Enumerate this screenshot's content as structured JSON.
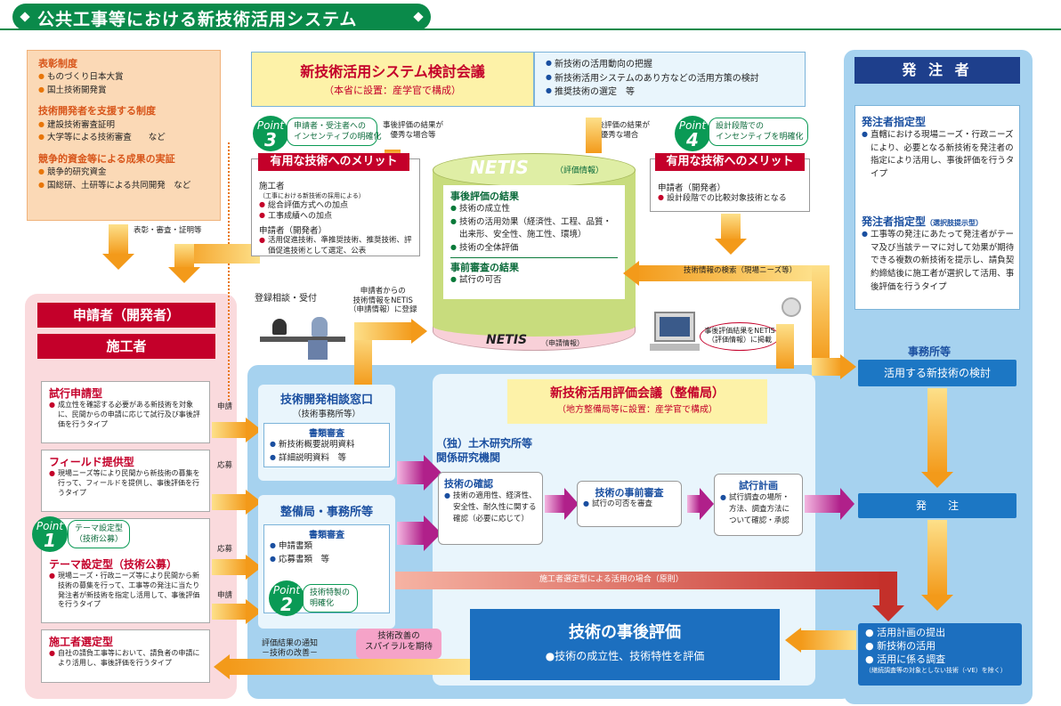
{
  "header": {
    "title": "公共工事等における新技術活用システム"
  },
  "left_orange": {
    "s1_title": "表彰制度",
    "s1_items": [
      "ものづくり日本大賞",
      "国土技術開発賞"
    ],
    "s2_title": "技術開発者を支援する制度",
    "s2_items": [
      "建設技術審査証明",
      "大学等による技術審査　　など"
    ],
    "s3_title": "競争的資金等による成果の実証",
    "s3_items": [
      "競争的研究資金",
      "国総研、土研等による共同開発　など"
    ]
  },
  "label_hyosho": "表彰・審査・証明等",
  "applicant_header": "申請者（開発者）",
  "constructor_header": "施工者",
  "types": [
    {
      "title": "試行申請型",
      "desc": "成立性を確認する必要がある新技術を対象に、民間からの申請に応じて試行及び事後評価を行うタイプ"
    },
    {
      "title": "フィールド提供型",
      "desc": "現場ニーズ等により民間から新技術の募集を行って、フィールドを提供し、事後評価を行うタイプ"
    },
    {
      "title": "テーマ設定型（技術公募）",
      "desc": "現場ニーズ・行政ニーズ等により民間から新技術の募集を行って、工事等の発注に当たり発注者が新技術を指定し活用して、事後評価を行うタイプ"
    },
    {
      "title": "施工者選定型",
      "desc": "自社の請負工事等において、請負者の申請により活用し、事後評価を行うタイプ"
    }
  ],
  "point1": {
    "p": "Point",
    "n": "1",
    "text": "テーマ設定型\n（技術公募）"
  },
  "point2": {
    "p": "Point",
    "n": "2",
    "text": "技術特製の\n明確化"
  },
  "point3": {
    "p": "Point",
    "n": "3",
    "text": "申請者・受注者への\nインセンティブの明確化"
  },
  "point4": {
    "p": "Point",
    "n": "4",
    "text": "設計段階での\nインセンティブを明確化"
  },
  "flow_labels": {
    "shinsei": "申請",
    "oubo": "応募",
    "oubo2": "応募",
    "shinsei2": "申請"
  },
  "committee": {
    "title": "新技術活用システム検討会議",
    "subtitle": "（本省に設置：産学官で構成）"
  },
  "committee_items": [
    "新技術の活用動向の把握",
    "新技術活用システムのあり方などの活用方策の検討",
    "推奨技術の選定　等"
  ],
  "merit_left": {
    "title": "有用な技術へのメリット",
    "sub1": "施工者",
    "sub1_note": "（工事における新技術の採用による）",
    "items1": [
      "総合評価方式への加点",
      "工事成績への加点"
    ],
    "sub2": "申請者（開発者）",
    "items2": [
      "活用促進技術、準推奨技術、推奨技術、評価促進技術として選定、公表"
    ]
  },
  "merit_right": {
    "title": "有用な技術へのメリット",
    "sub1": "申請者（開発者）",
    "items1": [
      "設計段階での比較対象技術となる"
    ]
  },
  "note_left_top": "事後評価の結果が\n優秀な場合等",
  "note_right_top": "事後評価の結果が\n優秀な場合",
  "netis": {
    "title": "NETIS",
    "title_sub": "（評価情報）",
    "post_title": "事後評価の結果",
    "post_items": [
      "技術の成立性",
      "技術の活用効果（経済性、工程、品質・出来形、安全性、施工性、環境）",
      "技術の全体評価"
    ],
    "pre_title": "事前審査の結果",
    "pre_items": [
      "試行の可否"
    ],
    "base_title": "NETIS",
    "base_sub": "（申請情報）"
  },
  "label_register": "登録相談・受付",
  "label_netis_register": "申請者からの\n技術情報をNETIS\n（申請情報）に登録",
  "label_search": "技術情報の検索（現場ニーズ等）",
  "label_publish": "事後評価結果をNETIS\n（評価情報）に掲載",
  "consult": {
    "title": "技術開発相談窓口",
    "subtitle": "（技術事務所等）",
    "doc_title": "書類審査",
    "doc_items": [
      "新技術概要説明資料",
      "詳細説明資料　等"
    ]
  },
  "seibi": {
    "title": "整備局・事務所等",
    "doc_title": "書類審査",
    "doc_items": [
      "申請書類",
      "応募書類　等"
    ]
  },
  "label_result_notice": "評価結果の通知\n－技術の改善－",
  "label_spiral": "技術改善の\nスパイラルを期待",
  "eval_council": {
    "title": "新技術活用評価会議（整備局）",
    "subtitle": "（地方整備局等に設置：産学官で構成）"
  },
  "pwri": {
    "title": "（独）土木研究所等\n関係研究機関"
  },
  "confirm": {
    "title": "技術の確認",
    "items": [
      "技術の適用性、経済性、安全性、耐久性に関する確認（必要に応じて）"
    ]
  },
  "prereview": {
    "title": "技術の事前審査",
    "items": [
      "試行の可否を審査"
    ]
  },
  "trialplan": {
    "title": "試行計画",
    "items": [
      "試行調査の場所・方法、調査方法について確認・承認"
    ]
  },
  "label_contractor_case": "施工者選定型による活用の場合（原則）",
  "post_eval": {
    "title": "技術の事後評価",
    "item": "技術の成立性、技術特性を評価"
  },
  "orderer": {
    "header": "発 注 者",
    "t1_title": "発注者指定型",
    "t1_items": [
      "直轄における現場ニーズ・行政ニーズにより、必要となる新技術を発注者の指定により活用し、事後評価を行うタイプ"
    ],
    "t2_title": "発注者指定型",
    "t2_title_sub": "（選択肢提示型）",
    "t2_items": [
      "工事等の発注にあたって発注者がテーマ及び当該テーマに対して効果が期待できる複数の新技術を提示し、請負契約締結後に施工者が選択して活用、事後評価を行うタイプ"
    ],
    "office": "事務所等",
    "btn_consider": "活用する新技術の検討",
    "btn_order": "発　　注",
    "final_items": [
      "活用計画の提出",
      "新技術の活用",
      "活用に係る調査"
    ],
    "final_note": "（継続調査等の対象としない技術（-VE）を除く）"
  }
}
